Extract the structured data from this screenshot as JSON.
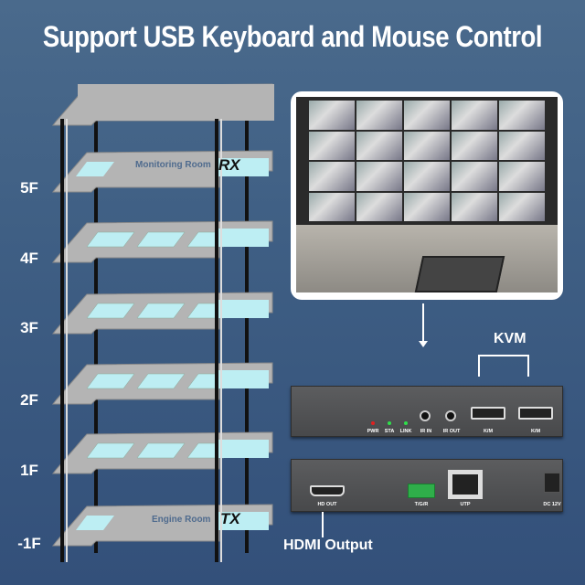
{
  "title": "Support USB Keyboard and Mouse Control",
  "floors": [
    "5F",
    "4F",
    "3F",
    "2F",
    "1F",
    "-1F"
  ],
  "rooms": {
    "rx_room": "Monitoring Room",
    "rx": "RX",
    "tx_room": "Engine Room",
    "tx": "TX"
  },
  "kvm_label": "KVM",
  "front_panel": {
    "leds": [
      {
        "label": "PWR",
        "color": "#e02020"
      },
      {
        "label": "STA",
        "color": "#2ee04a"
      },
      {
        "label": "LINK",
        "color": "#2ee04a"
      }
    ],
    "ports": [
      "IR IN",
      "IR OUT",
      "K/M",
      "K/M"
    ]
  },
  "rear_panel": {
    "ports": [
      "HD OUT",
      "T/G/R",
      "UTP",
      "DC 12V"
    ]
  },
  "hdmi_output_label": "HDMI Output",
  "colors": {
    "platform": "#b4b4b4",
    "room": "#bdeef3",
    "background": "#3f5f84"
  }
}
